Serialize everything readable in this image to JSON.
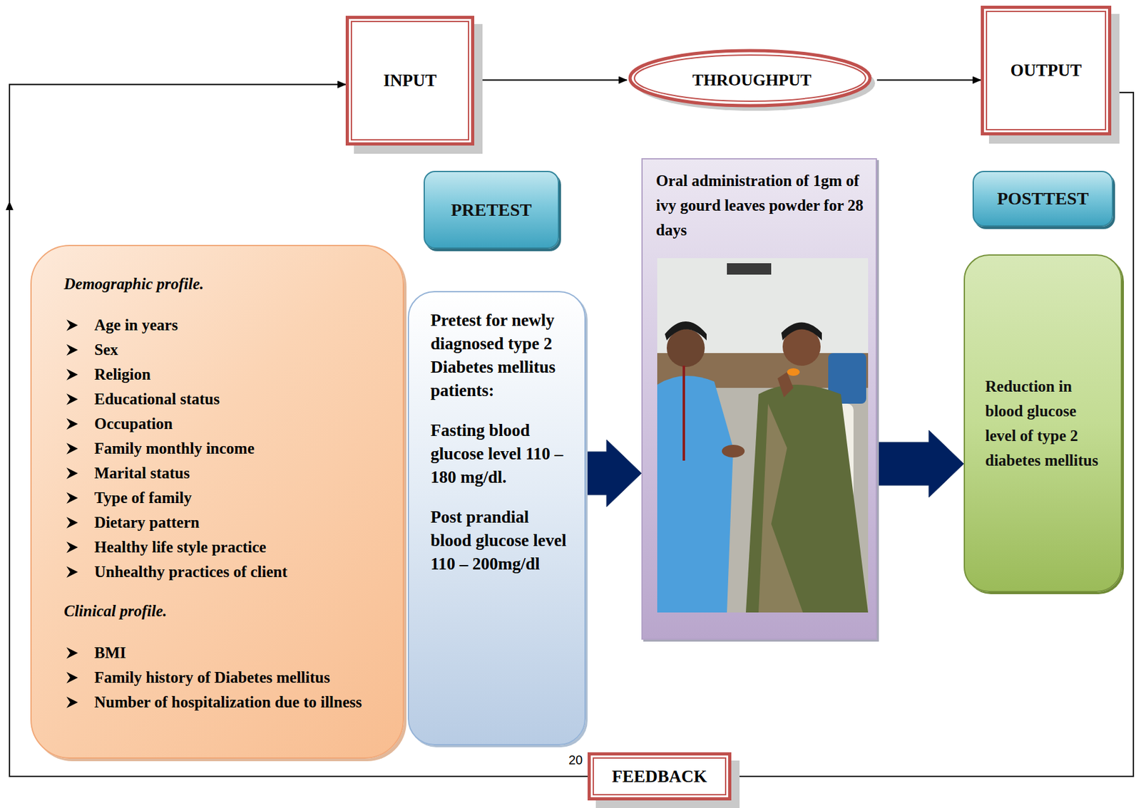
{
  "diagram": {
    "nodes": [
      {
        "text": [
          "INPUT"
        ]
      },
      {
        "text": [
          "THROUGHPUT"
        ]
      },
      {
        "text": [
          "OUTPUT"
        ]
      },
      {
        "text": [
          "PRETEST"
        ]
      },
      {
        "text": [
          "Oral administration of 1gm of ivy gourd leaves powder for 28 days"
        ]
      },
      {
        "text": [
          "POSTTEST"
        ]
      },
      {
        "text": [
          "Demographic profile.",
          "Age in years",
          "Sex",
          "Religion",
          "Educational status",
          "Occupation",
          "Family monthly income",
          "Marital status",
          "Type of family",
          "Dietary pattern",
          "Healthy life style practice",
          "Unhealthy practices of client",
          "Clinical profile.",
          "BMI",
          "Family history of Diabetes mellitus",
          "Number of hospitalization due to illness"
        ]
      },
      {
        "text": [
          "Pretest for newly diagnosed type 2 Diabetes mellitus patients:",
          "Fasting blood glucose level 110 – 180 mg/dl.",
          "Post prandial blood glucose level 110 – 200mg/dl"
        ]
      },
      {
        "text": [
          "Reduction in blood glucose level of type 2 diabetes mellitus"
        ]
      },
      {
        "text": [
          "FEEDBACK"
        ]
      }
    ],
    "edges": [
      {
        "from": 0,
        "to": 1,
        "arrow": "to"
      },
      {
        "from": 1,
        "to": 2,
        "arrow": "to"
      },
      {
        "from": 2,
        "to": 9,
        "arrow": "to"
      },
      {
        "from": 9,
        "to": 0,
        "arrow": "to"
      },
      {
        "from": 7,
        "to": 4,
        "arrow": "to"
      },
      {
        "from": 4,
        "to": 8,
        "arrow": "to"
      }
    ],
    "labels": [
      "20"
    ]
  }
}
